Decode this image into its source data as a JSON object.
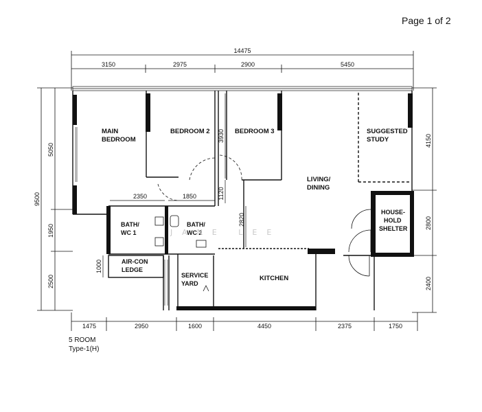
{
  "page": {
    "label": "Page 1 of 2"
  },
  "dimensions": {
    "overall_width": "14475",
    "top": [
      "3150",
      "2975",
      "2900",
      "5450"
    ],
    "bottom": [
      "1475",
      "2950",
      "1600",
      "4450",
      "2375",
      "1750"
    ],
    "overall_height": "9500",
    "left": [
      "5050",
      "1950",
      "2500"
    ],
    "right": [
      "4150",
      "2800",
      "2400"
    ],
    "inner": {
      "bedroom3_depth": "3930",
      "corridor_gap": "1120",
      "living_depth": "2820",
      "bath1_width": "2350",
      "bath2_width": "1850",
      "aircon_depth": "1000"
    }
  },
  "rooms": {
    "main_bedroom": [
      "MAIN",
      "BEDROOM"
    ],
    "bedroom2": "BEDROOM 2",
    "bedroom3": "BEDROOM 3",
    "living_dining": [
      "LIVING/",
      "DINING"
    ],
    "suggested_study": [
      "SUGGESTED",
      "STUDY"
    ],
    "bath_wc1": [
      "BATH/",
      "WC 1"
    ],
    "bath_wc2": [
      "BATH/",
      "WC 2"
    ],
    "household_shelter": [
      "HOUSE-",
      "HOLD",
      "SHELTER"
    ],
    "aircon_ledge": [
      "AIR-CON",
      "LEDGE"
    ],
    "service_yard": [
      "SERVICE",
      "YARD"
    ],
    "kitchen": "KITCHEN"
  },
  "caption": {
    "line1": "5 ROOM",
    "line2": "Type-1(H)"
  },
  "watermark": "JANE LEE"
}
